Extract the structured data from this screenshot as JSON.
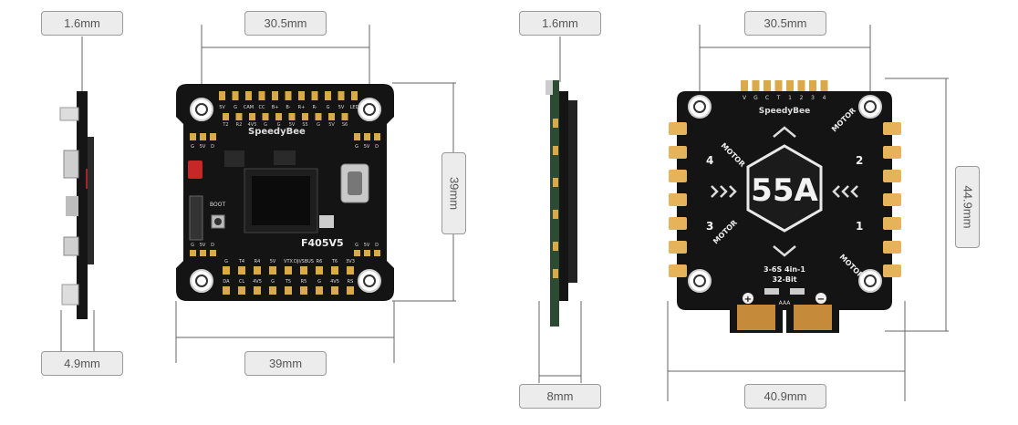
{
  "dimensions": {
    "fc_side_thickness": "1.6mm",
    "fc_mount_spacing": "30.5mm",
    "fc_height": "39mm",
    "fc_side_depth": "4.9mm",
    "fc_width": "39mm",
    "esc_side_thickness": "1.6mm",
    "esc_mount_spacing": "30.5mm",
    "esc_height": "44.9mm",
    "esc_side_depth": "8mm",
    "esc_width": "40.9mm"
  },
  "fc_board": {
    "brand": "SpeedyBee",
    "model": "F405V5",
    "boot_label": "BOOT",
    "top_pads_row1": [
      "5V",
      "G",
      "CAM",
      "CC",
      "B+",
      "B-",
      "R+",
      "R-",
      "G",
      "5V",
      "LED"
    ],
    "top_pads_row2": [
      "T2",
      "R2",
      "4V5",
      "G",
      "G",
      "5V",
      "S5",
      "G",
      "5V",
      "S6"
    ],
    "bottom_pads_row1": [
      "G",
      "T4",
      "R4",
      "5V",
      "VTX",
      "DJI/SBUS",
      "R6",
      "T6",
      "3V3"
    ],
    "bottom_pads_row2": [
      "DA",
      "CL",
      "4V5",
      "G",
      "T5",
      "R5",
      "G",
      "4V5",
      "RS"
    ],
    "left_pads": [
      "G",
      "5V",
      "D"
    ],
    "right_pads": [
      "G",
      "5V",
      "D"
    ]
  },
  "esc_board": {
    "brand": "SpeedyBee",
    "current_rating": "55A",
    "spec_line1": "3-6S 4in-1",
    "spec_line2": "32-Bit",
    "connector_pins": [
      "V",
      "G",
      "C",
      "T",
      "1",
      "2",
      "3",
      "4"
    ],
    "motor_label": "MOTOR",
    "motor_numbers": [
      "4",
      "2",
      "3",
      "1"
    ],
    "fuse_label": "AAA",
    "plus_sign": "+",
    "minus_sign": "−"
  },
  "colors": {
    "board": "#141414",
    "pad_gold": "#d9a94a",
    "label_bg": "#ececec",
    "label_border": "#9a9a9a",
    "label_text": "#555555",
    "dim_line": "#555555"
  }
}
